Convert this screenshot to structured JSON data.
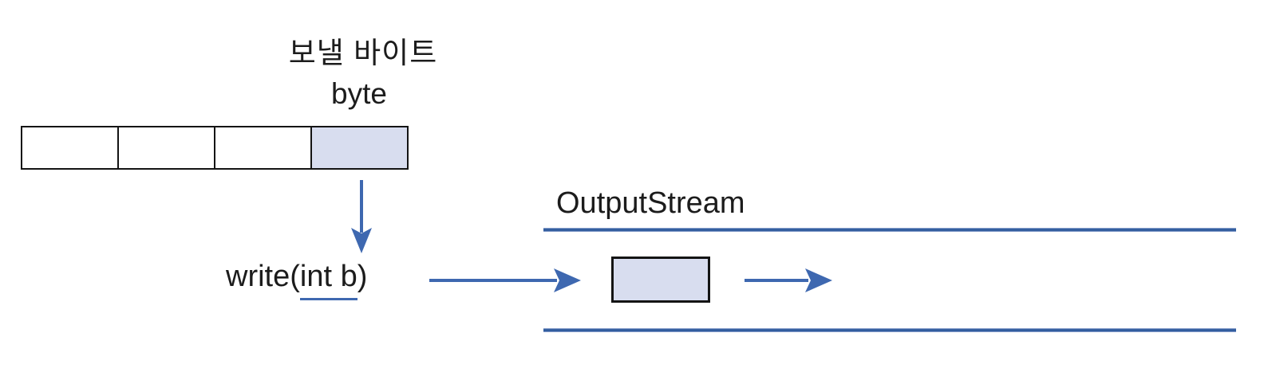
{
  "diagram": {
    "title": "OutputStream write(int b) byte transfer diagram",
    "byte_array": {
      "label_ko": "보낼 바이트",
      "label_en": "byte",
      "cells": [
        {
          "index": 0,
          "filled": false
        },
        {
          "index": 1,
          "filled": false
        },
        {
          "index": 2,
          "filled": false
        },
        {
          "index": 3,
          "filled": true
        }
      ]
    },
    "method_call": {
      "full_text": "write(int b)",
      "prefix": "write(",
      "param": "int b",
      "suffix": ")"
    },
    "stream": {
      "title": "OutputStream",
      "has_top_line": true,
      "has_bottom_line": true,
      "byte_chunk_in_stream": true
    },
    "colors": {
      "accent_blue": "#3e68b0",
      "stream_line_blue": "#2f5b9d",
      "cell_fill": "#d8ddef",
      "outline_black": "#141414",
      "background": "#ffffff"
    }
  }
}
